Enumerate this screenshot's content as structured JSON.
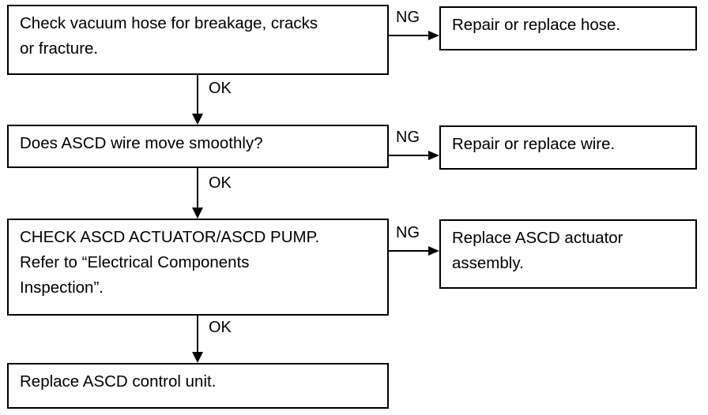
{
  "steps": [
    {
      "lines": [
        "Check vacuum hose for breakage, cracks",
        "or fracture."
      ],
      "ng_label": "NG",
      "ok_label": "OK",
      "ng_action": [
        "Repair or replace hose."
      ]
    },
    {
      "lines": [
        "Does ASCD wire move smoothly?"
      ],
      "ng_label": "NG",
      "ok_label": "OK",
      "ng_action": [
        "Repair or replace wire."
      ]
    },
    {
      "lines": [
        "CHECK ASCD ACTUATOR/ASCD PUMP.",
        "Refer to “Electrical Components",
        "Inspection”."
      ],
      "ng_label": "NG",
      "ok_label": "OK",
      "ng_action": [
        "Replace ASCD actuator",
        "assembly."
      ]
    },
    {
      "lines": [
        "Replace ASCD control unit."
      ]
    }
  ]
}
